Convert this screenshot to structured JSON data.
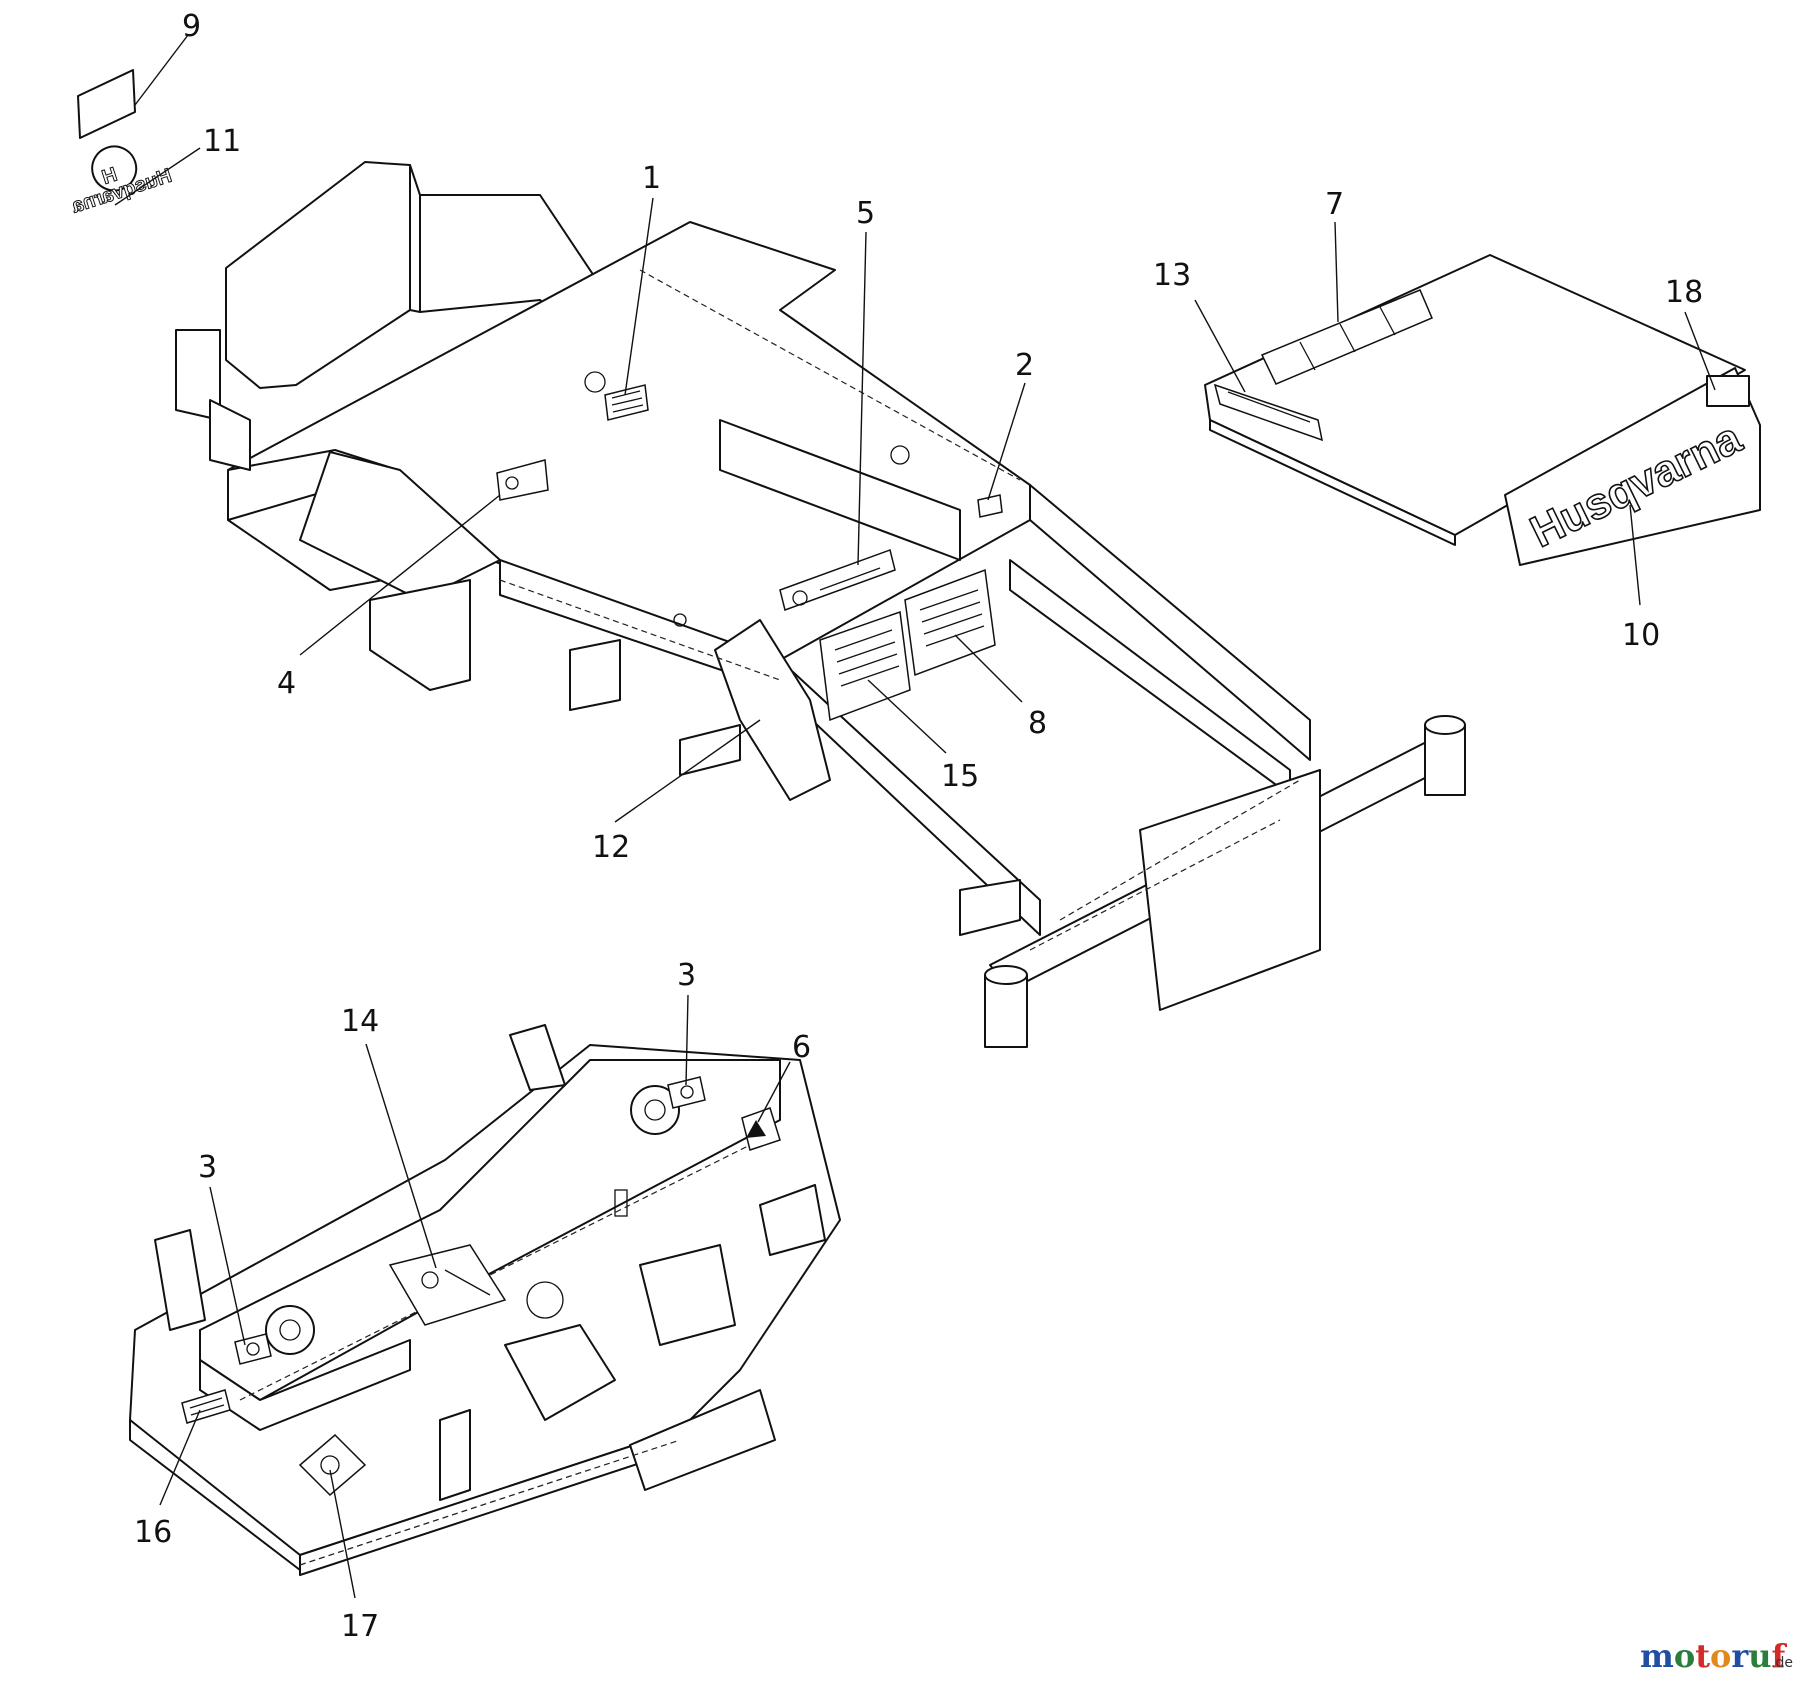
{
  "callouts": [
    {
      "id": "c1",
      "label": "1"
    },
    {
      "id": "c2",
      "label": "2"
    },
    {
      "id": "c3a",
      "label": "3"
    },
    {
      "id": "c3b",
      "label": "3"
    },
    {
      "id": "c4",
      "label": "4"
    },
    {
      "id": "c5",
      "label": "5"
    },
    {
      "id": "c6",
      "label": "6"
    },
    {
      "id": "c7",
      "label": "7"
    },
    {
      "id": "c8",
      "label": "8"
    },
    {
      "id": "c9",
      "label": "9"
    },
    {
      "id": "c10",
      "label": "10"
    },
    {
      "id": "c11",
      "label": "11"
    },
    {
      "id": "c12",
      "label": "12"
    },
    {
      "id": "c13",
      "label": "13"
    },
    {
      "id": "c14",
      "label": "14"
    },
    {
      "id": "c15",
      "label": "15"
    },
    {
      "id": "c16",
      "label": "16"
    },
    {
      "id": "c17",
      "label": "17"
    },
    {
      "id": "c18",
      "label": "18"
    }
  ],
  "brand": {
    "name": "Husqvarna",
    "mirrored_name": "Husqvarna"
  },
  "watermark": {
    "letters": [
      "m",
      "o",
      "t",
      "o",
      "r",
      "u",
      "f"
    ],
    "colors": [
      "#1f4ea3",
      "#2a7d3a",
      "#d32a2a",
      "#e08a1e",
      "#1f4ea3",
      "#2a7d3a",
      "#d32a2a"
    ],
    "suffix": ".de"
  }
}
